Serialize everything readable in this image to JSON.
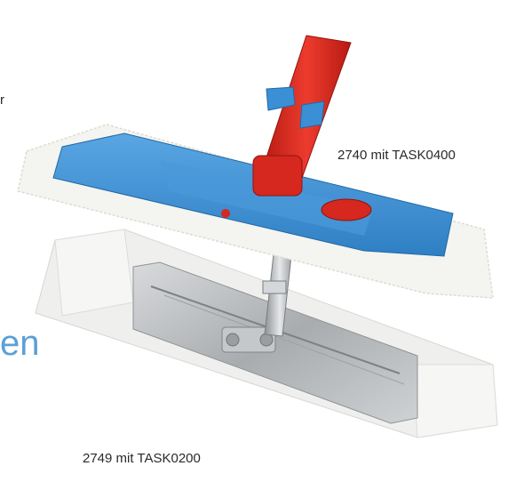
{
  "labels": {
    "top_product": "2740 mit TASK0400",
    "bottom_product": "2749 mit TASK0200"
  },
  "fragments": {
    "left_letter": "r",
    "heading_fragment": "en"
  },
  "colors": {
    "handle_red": "#d6281e",
    "mop_blue": "#3b8fd4",
    "heading_blue": "#5aa0d8",
    "steel": "#b9bcbf"
  }
}
